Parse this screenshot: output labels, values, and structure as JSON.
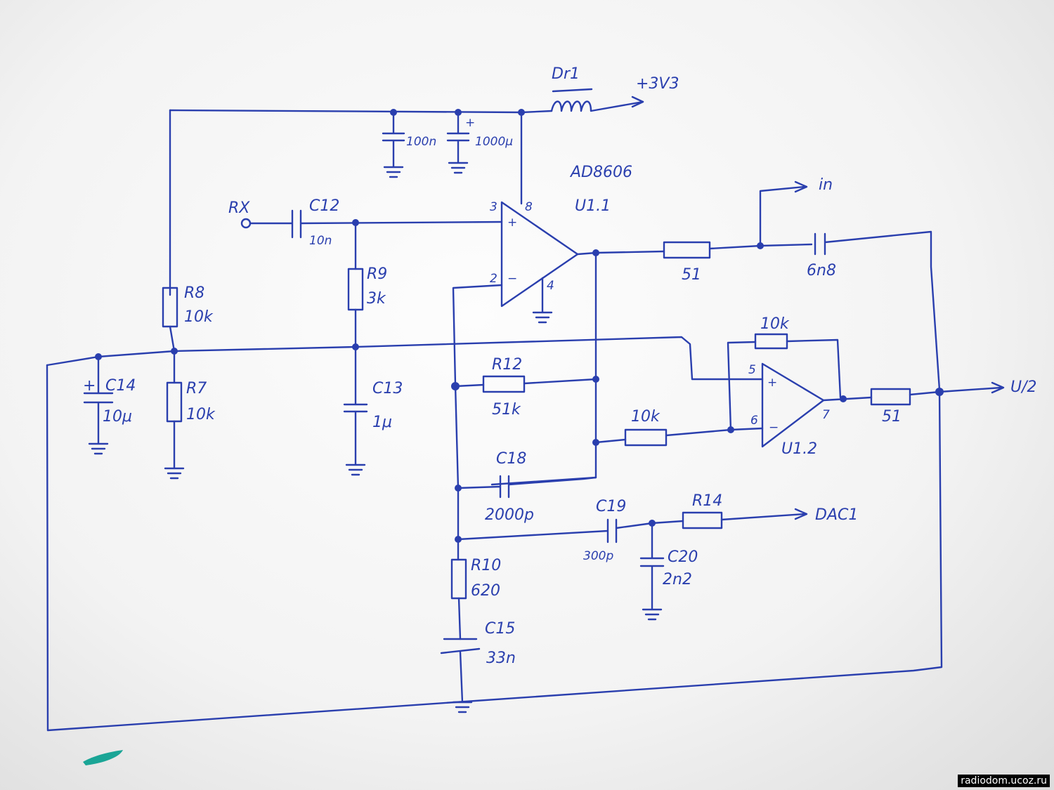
{
  "labels": {
    "dr1": "Dr1",
    "vcc": "+3V3",
    "c_100n": "100n",
    "c_1000u": "1000μ",
    "ic": "AD8606",
    "u11": "U1.1",
    "pin3": "3",
    "pin8": "8",
    "pin2": "2",
    "pin4": "4",
    "rx": "RX",
    "c12": "C12",
    "c12_val": "10n",
    "r9": "R9",
    "r9_val": "3k",
    "r8": "R8",
    "r8_val": "10k",
    "r7": "R7",
    "r7_val": "10k",
    "c14": "C14",
    "c14_val": "10μ",
    "c13": "C13",
    "c13_val": "1μ",
    "r_51a": "51",
    "c_6n8": "6n8",
    "in": "in",
    "r_fb_10k": "10k",
    "pin5": "5",
    "pin6": "6",
    "pin7": "7",
    "u12": "U1.2",
    "r_10k_in": "10k",
    "r_51b": "51",
    "out": "U/2",
    "r12": "R12",
    "r12_val": "51k",
    "c18": "C18",
    "c18_val": "2000p",
    "c19": "C19",
    "c19_val": "300p",
    "r14": "R14",
    "dac": "DAC1",
    "c20": "C20",
    "c20_val": "2n2",
    "r10": "R10",
    "r10_val": "620",
    "c15": "C15",
    "c15_val": "33n",
    "plus": "+",
    "minus": "−"
  },
  "watermark": "radiodom.ucoz.ru"
}
